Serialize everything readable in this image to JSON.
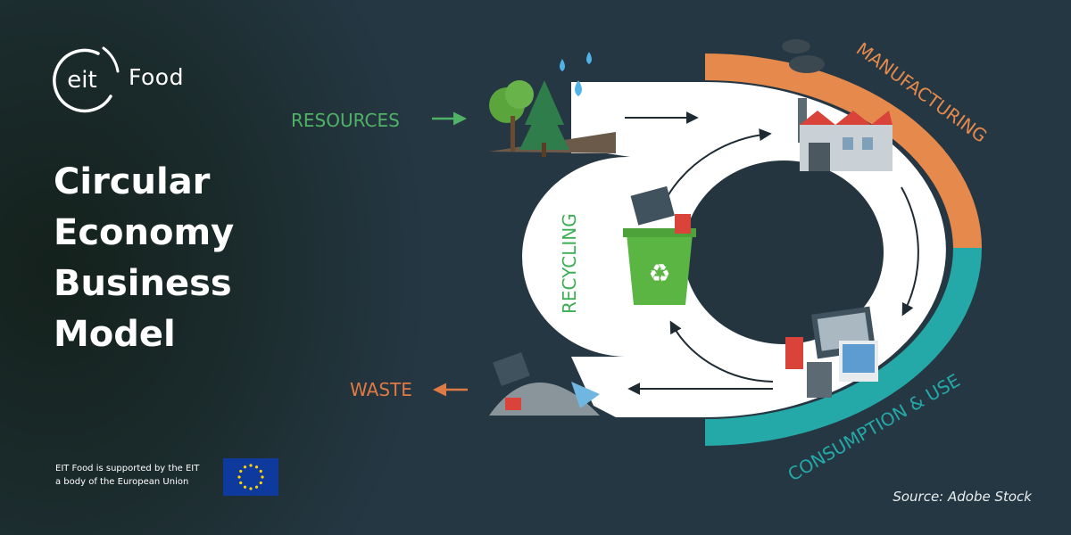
{
  "brand": {
    "logo_text": "eit",
    "name": "Food"
  },
  "headline": {
    "lines": [
      "Circular",
      "Economy",
      "Business",
      "Model"
    ]
  },
  "support_text": {
    "line1": "EIT Food is supported by the EIT",
    "line2": "a body of the European Union"
  },
  "diagram": {
    "resources_label": "RESOURCES",
    "waste_label": "WASTE",
    "stages": {
      "manufacturing": "MANUFACTURING",
      "consumption": "CONSUMPTION & USE",
      "recycling": "RECYCLING"
    }
  },
  "source": "Source: Adobe Stock",
  "colors": {
    "background": "#253743",
    "manufacturing": "#e58a4c",
    "consumption": "#25a9a8",
    "recycling": "#3cae54",
    "resources_text": "#4fb266",
    "waste_text": "#e07a45",
    "eu_flag": "#0d3a9c",
    "eu_star": "#ffd400"
  }
}
